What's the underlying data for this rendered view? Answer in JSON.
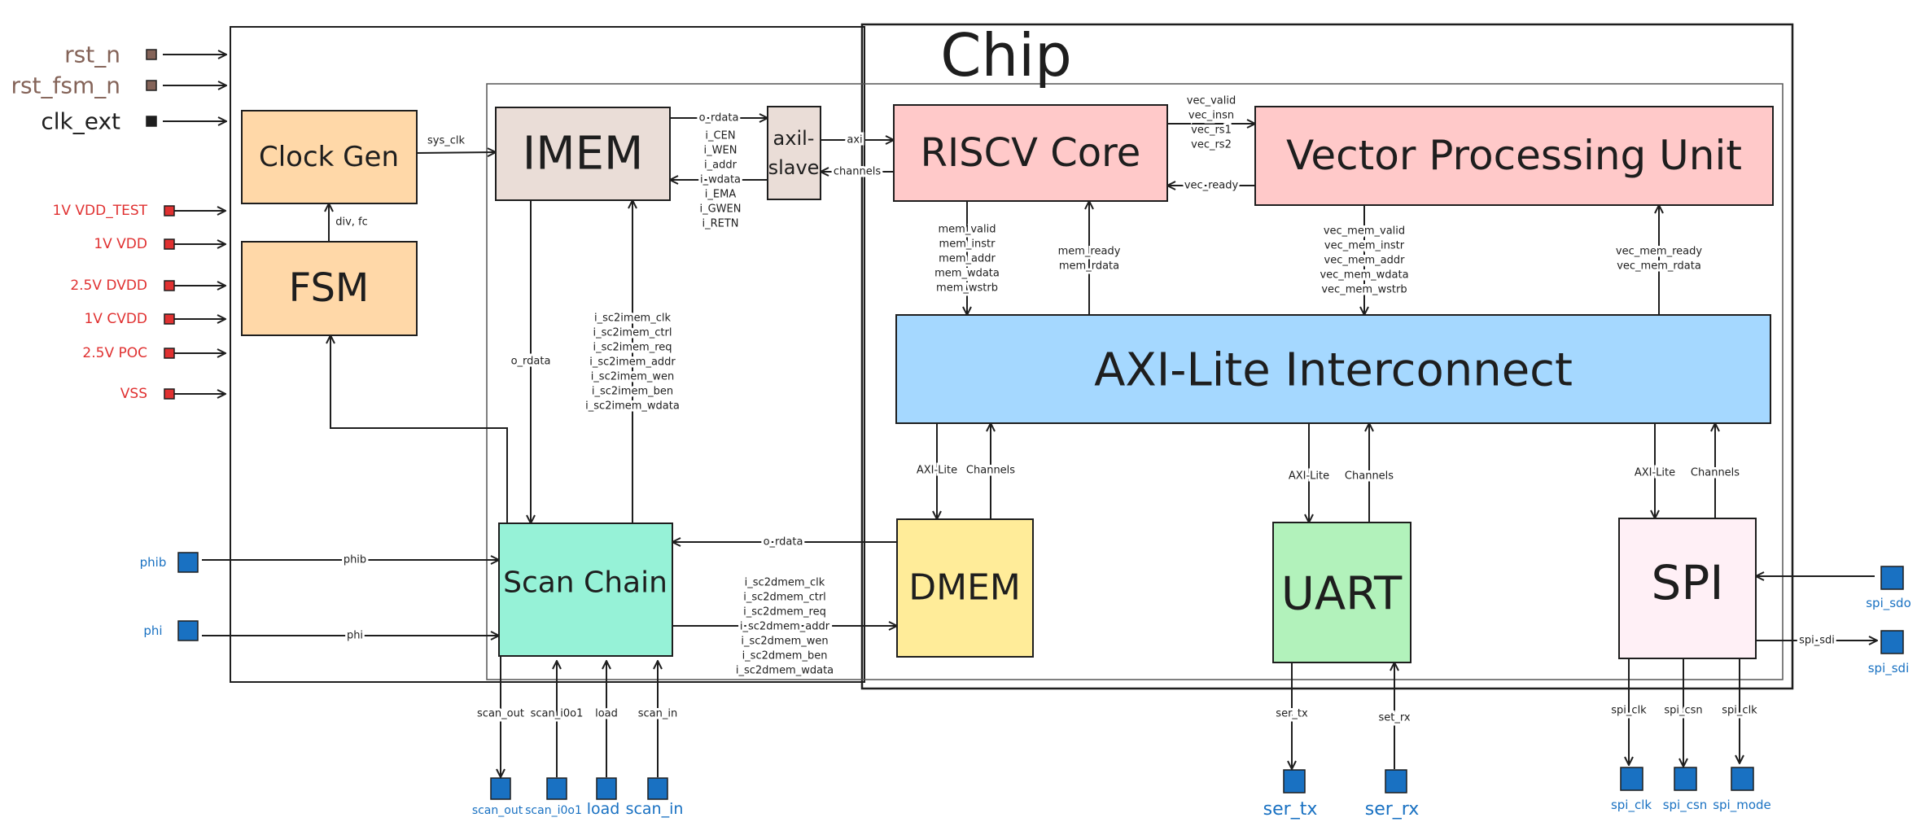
{
  "title": "Chip",
  "colors": {
    "pin_blue": "#1971c2",
    "pin_red": "#e03131",
    "pin_brown": "#846358",
    "pin_black": "#1e1e1e",
    "clock_fsm": "#ffd8a8",
    "mem": "#eaddd7",
    "core": "#ffc9c9",
    "axi": "#a5d8ff",
    "scan": "#96f2d7",
    "dmem": "#ffec99",
    "uart": "#b2f2bb",
    "spi": "#fff0f6"
  },
  "blocks": {
    "clock_gen": "Clock Gen",
    "fsm": "FSM",
    "imem": "IMEM",
    "axil_slave": [
      "axil-",
      "slave"
    ],
    "riscv": "RISCV Core",
    "vpu": "Vector Processing Unit",
    "axi": "AXI-Lite Interconnect",
    "scan_chain": "Scan Chain",
    "dmem": "DMEM",
    "uart": "UART",
    "spi": "SPI"
  },
  "pins": {
    "left_control": [
      {
        "label": "rst_n",
        "color": "brown"
      },
      {
        "label": "rst_fsm_n",
        "color": "brown"
      },
      {
        "label": "clk_ext",
        "color": "black"
      }
    ],
    "power": [
      "1V VDD_TEST",
      "1V VDD",
      "2.5V DVDD",
      "1V CVDD",
      "2.5V POC",
      "VSS"
    ],
    "phases": [
      "phib",
      "phi"
    ],
    "scan": [
      "scan_out",
      "scan_i0o1",
      "load",
      "scan_in"
    ],
    "uart": [
      "ser_tx",
      "ser_rx"
    ],
    "spi_side": [
      "spi_sdo",
      "spi_sdi"
    ],
    "spi_bottom": [
      "spi_clk",
      "spi_csn",
      "spi_mode"
    ]
  },
  "signals": {
    "sys_clk": "sys_clk",
    "div_fc": "div, fc",
    "imem_o_rdata": "o_rdata",
    "imem_inputs": [
      "i_CEN",
      "i_WEN",
      "i_addr",
      "i_wdata",
      "i_EMA",
      "i_GWEN",
      "i_RETN"
    ],
    "axi": "axi",
    "channels": "channels",
    "vec_out": [
      "vec_valid",
      "vec_insn",
      "vec_rs1",
      "vec_rs2"
    ],
    "vec_ready": "vec_ready",
    "mem_out": [
      "mem_valid",
      "mem_instr",
      "mem_addr",
      "mem_wdata",
      "mem_wstrb"
    ],
    "mem_in": [
      "mem_ready",
      "mem_rdata"
    ],
    "vec_mem_out": [
      "vec_mem_valid",
      "vec_mem_instr",
      "vec_mem_addr",
      "vec_mem_wdata",
      "vec_mem_wstrb"
    ],
    "vec_mem_in": [
      "vec_mem_ready",
      "vec_mem_rdata"
    ],
    "scan_o_rdata": "o_rdata",
    "sc2imem": [
      "i_sc2imem_clk",
      "i_sc2imem_ctrl",
      "i_sc2imem_req",
      "i_sc2imem_addr",
      "i_sc2imem_wen",
      "i_sc2imem_ben",
      "i_sc2imem_wdata"
    ],
    "dmem_o_rdata": "o_rdata",
    "sc2dmem": [
      "i_sc2dmem_clk",
      "i_sc2dmem_ctrl",
      "i_sc2dmem_req",
      "i_sc2dmem_addr",
      "i_sc2dmem_wen",
      "i_sc2dmem_ben",
      "i_sc2dmem_wdata"
    ],
    "axi_lite": "AXI-Lite",
    "axi_channels": "Channels",
    "phib": "phib",
    "phi": "phi",
    "scan": [
      "scan_out",
      "scan_i0o1",
      "load",
      "scan_in"
    ],
    "ser_tx": "ser_tx",
    "set_rx": "set_rx",
    "spi_sdi": "spi_sdi",
    "spi_bottom": [
      "spi_clk",
      "spi_csn",
      "spi_clk"
    ]
  }
}
